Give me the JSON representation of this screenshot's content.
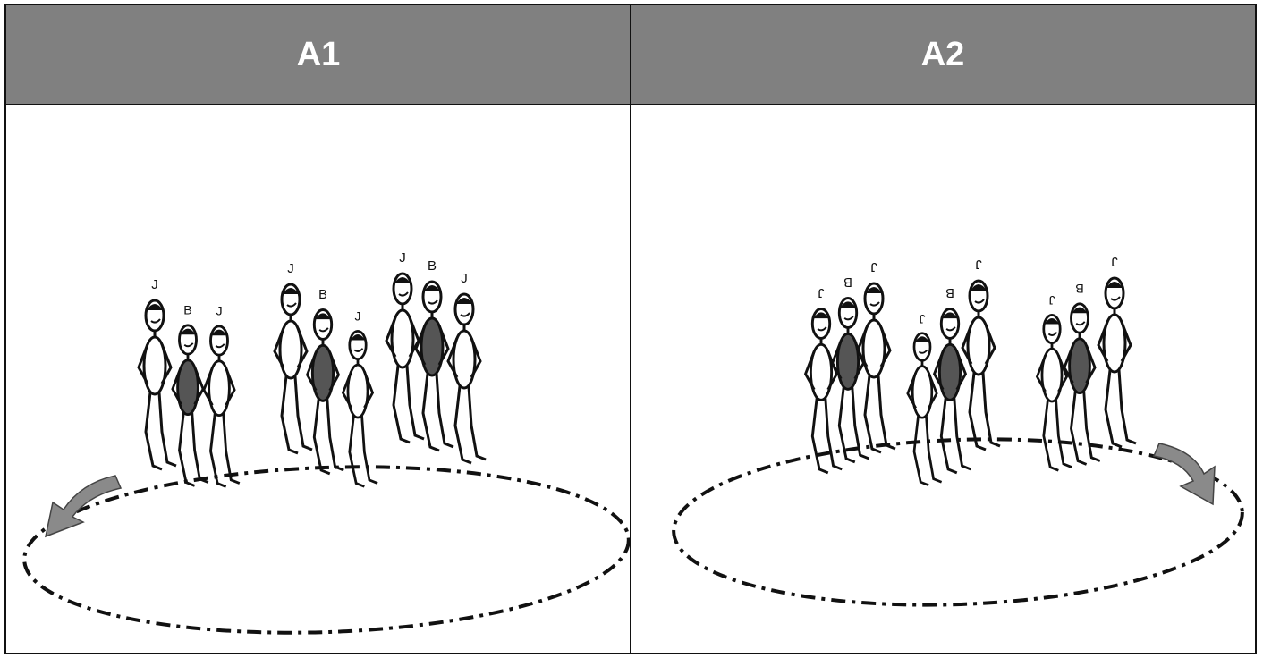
{
  "panels": [
    {
      "header": "A1",
      "figures": [
        {
          "label": "J",
          "role": "J"
        },
        {
          "label": "B",
          "role": "B"
        },
        {
          "label": "J",
          "role": "J"
        },
        {
          "label": "J",
          "role": "J"
        },
        {
          "label": "B",
          "role": "B"
        },
        {
          "label": "J",
          "role": "J"
        },
        {
          "label": "J",
          "role": "J"
        },
        {
          "label": "B",
          "role": "B"
        },
        {
          "label": "J",
          "role": "J"
        }
      ],
      "rotation_direction": "counter-clockwise"
    },
    {
      "header": "A2",
      "figures": [
        {
          "label": "J",
          "role": "J"
        },
        {
          "label": "B",
          "role": "B"
        },
        {
          "label": "J",
          "role": "J"
        },
        {
          "label": "J",
          "role": "J"
        },
        {
          "label": "B",
          "role": "B"
        },
        {
          "label": "J",
          "role": "J"
        },
        {
          "label": "J",
          "role": "J"
        },
        {
          "label": "B",
          "role": "B"
        },
        {
          "label": "J",
          "role": "J"
        }
      ],
      "rotation_direction": "clockwise"
    }
  ],
  "colors": {
    "header_bg": "#808080",
    "header_text": "#ffffff",
    "outline": "#111111",
    "b_body_fill": "#555555",
    "j_body_fill": "#ffffff",
    "arrow_fill": "#8a8a8a"
  }
}
